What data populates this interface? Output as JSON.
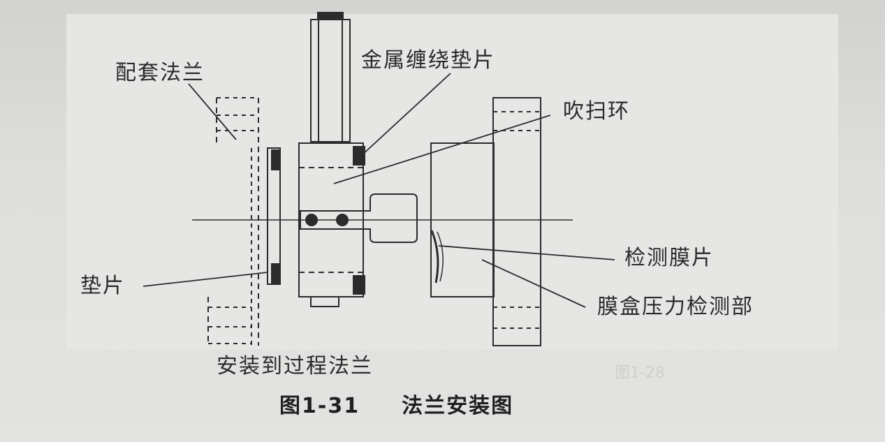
{
  "labels": {
    "matching_flange": "配套法兰",
    "spiral_wound_gasket": "金属缠绕垫片",
    "purge_ring": "吹扫环",
    "gasket": "垫片",
    "sensing_diaphragm": "检测膜片",
    "capsule_pressure_sensor": "膜盒压力检测部",
    "process_flange": "安装到过程法兰"
  },
  "caption": {
    "number": "图1-31",
    "title": "法兰安装图"
  },
  "bleed_through": "图1-28"
}
